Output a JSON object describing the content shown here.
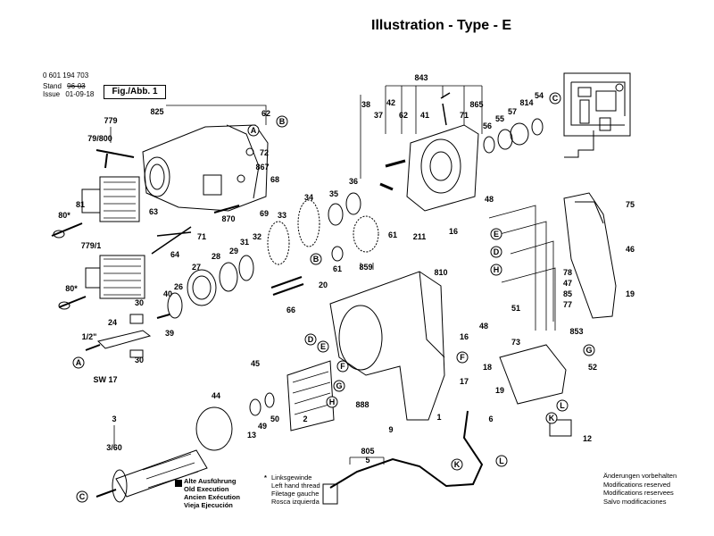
{
  "title": "Illustration - Type - E",
  "header": {
    "part_number": "0 601 194 703",
    "stand_label": "Stand",
    "stand_value": "96-03",
    "issue_label": "Issue",
    "issue_value": "01-09-18",
    "fig_label": "Fig./Abb. 1"
  },
  "callouts": [
    {
      "id": "c825",
      "text": "825"
    },
    {
      "id": "c62a",
      "text": "62"
    },
    {
      "id": "c779",
      "text": "779"
    },
    {
      "id": "c79800",
      "text": "79/800"
    },
    {
      "id": "c72",
      "text": "72"
    },
    {
      "id": "c867",
      "text": "867"
    },
    {
      "id": "c68",
      "text": "68"
    },
    {
      "id": "c69",
      "text": "69"
    },
    {
      "id": "c870",
      "text": "870"
    },
    {
      "id": "c71",
      "text": "71"
    },
    {
      "id": "c80a",
      "text": "80*"
    },
    {
      "id": "c81",
      "text": "81"
    },
    {
      "id": "c63",
      "text": "63"
    },
    {
      "id": "c64",
      "text": "64"
    },
    {
      "id": "c7791",
      "text": "779/1"
    },
    {
      "id": "c80b",
      "text": "80*"
    },
    {
      "id": "c27",
      "text": "27"
    },
    {
      "id": "c28",
      "text": "28"
    },
    {
      "id": "c29",
      "text": "29"
    },
    {
      "id": "c31",
      "text": "31"
    },
    {
      "id": "c32",
      "text": "32"
    },
    {
      "id": "c33",
      "text": "33"
    },
    {
      "id": "c34",
      "text": "34"
    },
    {
      "id": "c35",
      "text": "35"
    },
    {
      "id": "c36",
      "text": "36"
    },
    {
      "id": "c26",
      "text": "26"
    },
    {
      "id": "c40",
      "text": "40"
    },
    {
      "id": "c30a",
      "text": "30"
    },
    {
      "id": "c24",
      "text": "24"
    },
    {
      "id": "c39",
      "text": "39"
    },
    {
      "id": "c30b",
      "text": "30"
    },
    {
      "id": "c12in",
      "text": "1/2\""
    },
    {
      "id": "csw17",
      "text": "SW 17"
    },
    {
      "id": "c66",
      "text": "66"
    },
    {
      "id": "c61a",
      "text": "61"
    },
    {
      "id": "c61b",
      "text": "61"
    },
    {
      "id": "c859",
      "text": "859"
    },
    {
      "id": "c211",
      "text": "211"
    },
    {
      "id": "c20",
      "text": "20"
    },
    {
      "id": "c843",
      "text": "843"
    },
    {
      "id": "c38",
      "text": "38"
    },
    {
      "id": "c37",
      "text": "37"
    },
    {
      "id": "c42",
      "text": "42"
    },
    {
      "id": "c62b",
      "text": "62"
    },
    {
      "id": "c41",
      "text": "41"
    },
    {
      "id": "c71b",
      "text": "71"
    },
    {
      "id": "c865",
      "text": "865"
    },
    {
      "id": "c56",
      "text": "56"
    },
    {
      "id": "c55",
      "text": "55"
    },
    {
      "id": "c57",
      "text": "57"
    },
    {
      "id": "c814",
      "text": "814"
    },
    {
      "id": "c54",
      "text": "54"
    },
    {
      "id": "c48a",
      "text": "48"
    },
    {
      "id": "c16a",
      "text": "16"
    },
    {
      "id": "c810",
      "text": "810"
    },
    {
      "id": "c51",
      "text": "51"
    },
    {
      "id": "c16b",
      "text": "16"
    },
    {
      "id": "c48b",
      "text": "48"
    },
    {
      "id": "c78",
      "text": "78"
    },
    {
      "id": "c47",
      "text": "47"
    },
    {
      "id": "c85",
      "text": "85"
    },
    {
      "id": "c77",
      "text": "77"
    },
    {
      "id": "c853",
      "text": "853"
    },
    {
      "id": "c75",
      "text": "75"
    },
    {
      "id": "c46",
      "text": "46"
    },
    {
      "id": "c19a",
      "text": "19"
    },
    {
      "id": "c45",
      "text": "45"
    },
    {
      "id": "c44",
      "text": "44"
    },
    {
      "id": "c50",
      "text": "50"
    },
    {
      "id": "c49",
      "text": "49"
    },
    {
      "id": "c13",
      "text": "13"
    },
    {
      "id": "c2",
      "text": "2"
    },
    {
      "id": "c888",
      "text": "888"
    },
    {
      "id": "c9",
      "text": "9"
    },
    {
      "id": "c1",
      "text": "1"
    },
    {
      "id": "c6",
      "text": "6"
    },
    {
      "id": "c3",
      "text": "3"
    },
    {
      "id": "c360",
      "text": "3/60"
    },
    {
      "id": "c805",
      "text": "805"
    },
    {
      "id": "c5",
      "text": "5"
    },
    {
      "id": "c73",
      "text": "73"
    },
    {
      "id": "c18",
      "text": "18"
    },
    {
      "id": "c17",
      "text": "17"
    },
    {
      "id": "c19b",
      "text": "19"
    },
    {
      "id": "c52",
      "text": "52"
    },
    {
      "id": "c12",
      "text": "12"
    }
  ],
  "circle_labels": [
    {
      "id": "bA1",
      "text": "A"
    },
    {
      "id": "bB1",
      "text": "B"
    },
    {
      "id": "bB2",
      "text": "B"
    },
    {
      "id": "bA2",
      "text": "A"
    },
    {
      "id": "bC1",
      "text": "C"
    },
    {
      "id": "bC2",
      "text": "C"
    },
    {
      "id": "bD1",
      "text": "D"
    },
    {
      "id": "bE1",
      "text": "E"
    },
    {
      "id": "bF1",
      "text": "F"
    },
    {
      "id": "bG1",
      "text": "G"
    },
    {
      "id": "bH1",
      "text": "H"
    },
    {
      "id": "bE2",
      "text": "E"
    },
    {
      "id": "bD2",
      "text": "D"
    },
    {
      "id": "bH2",
      "text": "H"
    },
    {
      "id": "bF2",
      "text": "F"
    },
    {
      "id": "bG2",
      "text": "G"
    },
    {
      "id": "bK1",
      "text": "K"
    },
    {
      "id": "bL1",
      "text": "L"
    },
    {
      "id": "bK2",
      "text": "K"
    },
    {
      "id": "bL2",
      "text": "L"
    }
  ],
  "legend_execution": [
    "Alte Ausführung",
    "Old Execution",
    "Ancien Exécution",
    "Vieja Ejecución"
  ],
  "legend_thread_mark": "*",
  "legend_thread": [
    "Linksgewinde",
    "Left hand thread",
    "Filetage gauche",
    "Rosca izquierda"
  ],
  "rights_notice": [
    "Änderungen vorbehalten",
    "Modifications reserved",
    "Modifications reservees",
    "Salvo modificaciones"
  ]
}
